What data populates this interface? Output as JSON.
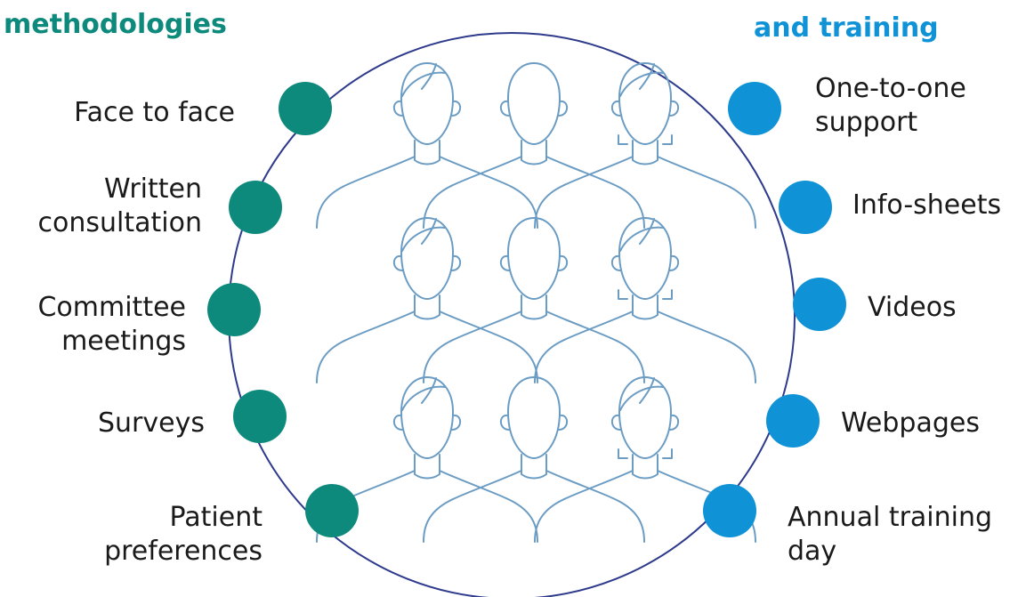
{
  "headers": {
    "left": "methodologies",
    "right": "and training"
  },
  "left_items": [
    {
      "lines": [
        "Face to face"
      ]
    },
    {
      "lines": [
        "Written",
        "consultation"
      ]
    },
    {
      "lines": [
        "Committee",
        "meetings"
      ]
    },
    {
      "lines": [
        "Surveys"
      ]
    },
    {
      "lines": [
        "Patient",
        "preferences"
      ]
    }
  ],
  "right_items": [
    {
      "lines": [
        "One-to-one",
        "support"
      ]
    },
    {
      "lines": [
        "Info-sheets"
      ]
    },
    {
      "lines": [
        "Videos"
      ]
    },
    {
      "lines": [
        "Webpages"
      ]
    },
    {
      "lines": [
        "Annual training",
        "day"
      ]
    }
  ],
  "colors": {
    "left_accent": "#0e8a7d",
    "right_accent": "#0f93d6",
    "circle_stroke": "#2e3a8c",
    "people_stroke": "#6b9cc4",
    "text": "#1a1a1a"
  },
  "icons": {
    "people_grid": "person-outline-icon"
  }
}
